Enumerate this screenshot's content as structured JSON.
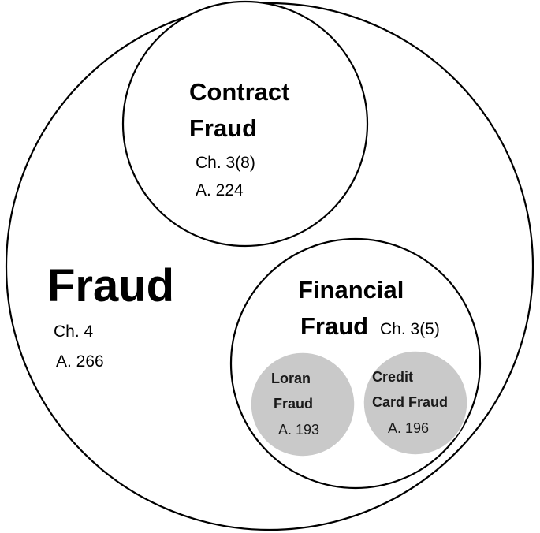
{
  "outer": {
    "title": "Fraud",
    "chapter": "Ch. 4",
    "article": "A. 266"
  },
  "contract": {
    "title_line1": "Contract",
    "title_line2": "Fraud",
    "chapter": "Ch. 3(8)",
    "article": "A. 224"
  },
  "financial": {
    "title_line1": "Financial",
    "title_line2": "Fraud",
    "chapter": "Ch. 3(5)",
    "loan": {
      "title_line1": "Loran",
      "title_line2": "Fraud",
      "article": "A. 193"
    },
    "credit": {
      "title_line1": "Credit",
      "title_line2": "Card Fraud",
      "article": "A. 196"
    }
  }
}
